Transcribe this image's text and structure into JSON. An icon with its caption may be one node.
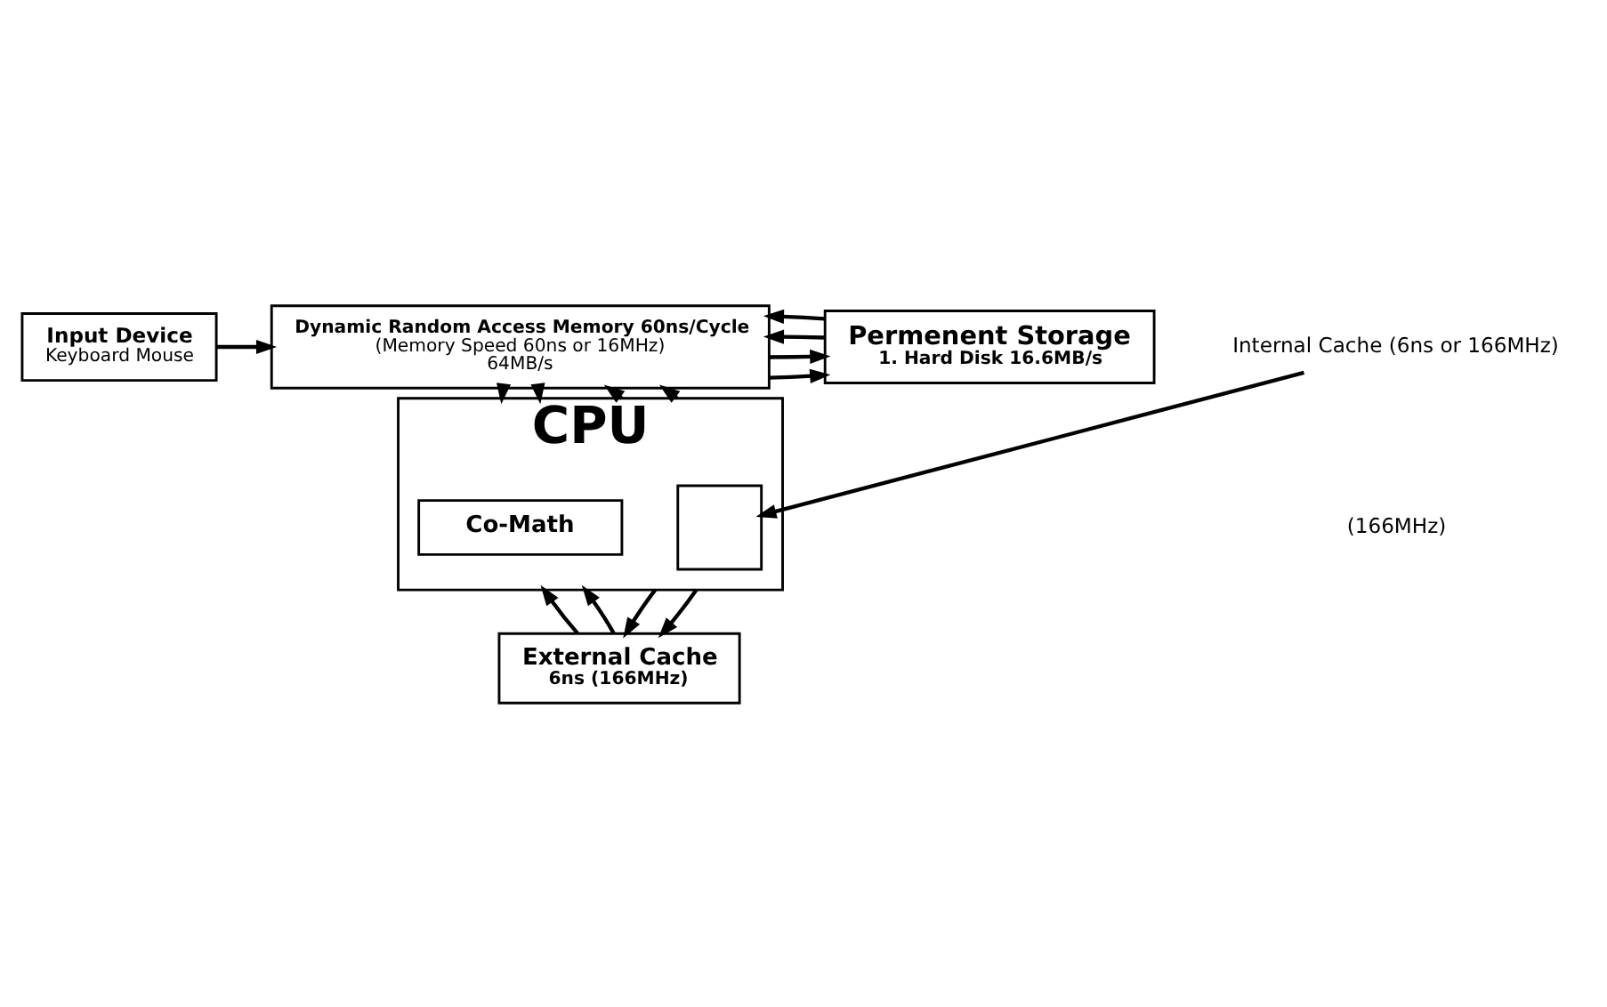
{
  "diagram": {
    "nodes": [
      {
        "text": [
          "Input Device",
          "Keyboard Mouse"
        ]
      },
      {
        "text": [
          "Dynamic Random Access Memory 60ns/Cycle",
          "(Memory Speed 60ns or 16MHz)",
          "64MB/s"
        ]
      },
      {
        "text": [
          "Permenent Storage",
          "1. Hard Disk 16.6MB/s"
        ]
      },
      {
        "text": [
          "CPU"
        ]
      },
      {
        "text": [],
        "shape": "box",
        "in": 3
      },
      {
        "text": [
          "Internal Cache (6ns or 166MHz)"
        ]
      },
      {
        "text": [
          "External Cache",
          "6ns (166MHz)"
        ]
      },
      {
        "text": [
          "Co-Math"
        ],
        "in": 3
      }
    ],
    "edges": [
      {
        "from": 0,
        "to": 1,
        "arrow": "to"
      },
      {
        "from": 1,
        "to": 2,
        "arrow": "to"
      },
      {
        "from": 1,
        "to": 2,
        "arrow": "to"
      },
      {
        "from": 2,
        "to": 1,
        "arrow": "to"
      },
      {
        "from": 2,
        "to": 1,
        "arrow": "to"
      },
      {
        "from": 3,
        "to": 1,
        "arrow": "to"
      },
      {
        "from": 3,
        "to": 1,
        "arrow": "to"
      },
      {
        "from": 1,
        "to": 3,
        "arrow": "to"
      },
      {
        "from": 1,
        "to": 3,
        "arrow": "to"
      },
      {
        "from": 5,
        "to": 4,
        "arrow": "to"
      },
      {
        "from": 3,
        "to": 6,
        "arrow": "to"
      },
      {
        "from": 3,
        "to": 6,
        "arrow": "to"
      },
      {
        "from": 6,
        "to": 3,
        "arrow": "to"
      },
      {
        "from": 6,
        "to": 3,
        "arrow": "to"
      }
    ],
    "labels": [
      "(166MHz)"
    ]
  }
}
